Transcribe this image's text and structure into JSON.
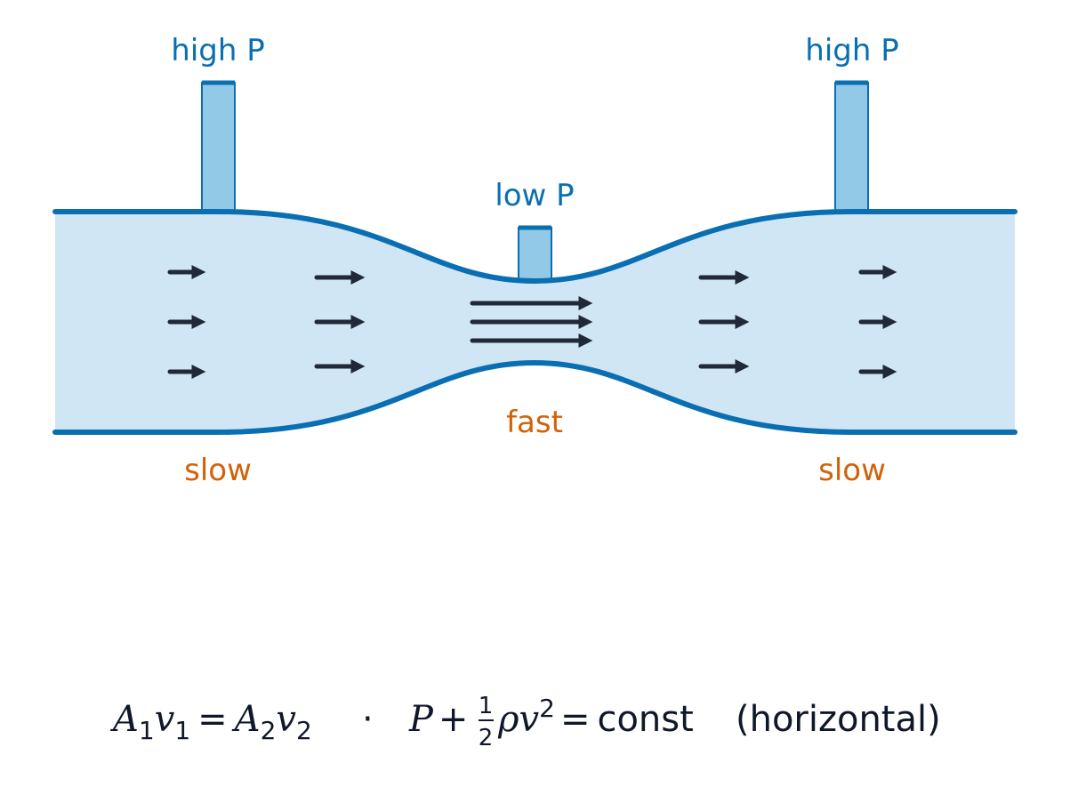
{
  "colors": {
    "pipe_fill": "#d1e6f5",
    "pipe_wall": "#0a6fb2",
    "tube_fill": "#92c9e7",
    "arrow": "#1f2937",
    "pressure_text": "#0a6fb2",
    "speed_text": "#d2620a",
    "formula_text": "#0f172a"
  },
  "labels": {
    "high_p_left": "high P",
    "high_p_right": "high P",
    "low_p": "low P",
    "slow_left": "slow",
    "fast": "fast",
    "slow_right": "slow"
  },
  "formula": {
    "A": "A",
    "v": "v",
    "one": "1",
    "two": "2",
    "eq": "=",
    "dot": "·",
    "P": "P",
    "plus": "+",
    "half_num": "1",
    "half_den": "2",
    "rho": "ρ",
    "const": "const",
    "note": "(horizontal)"
  },
  "icons": {
    "flow_arrow": "right-arrow-icon"
  }
}
